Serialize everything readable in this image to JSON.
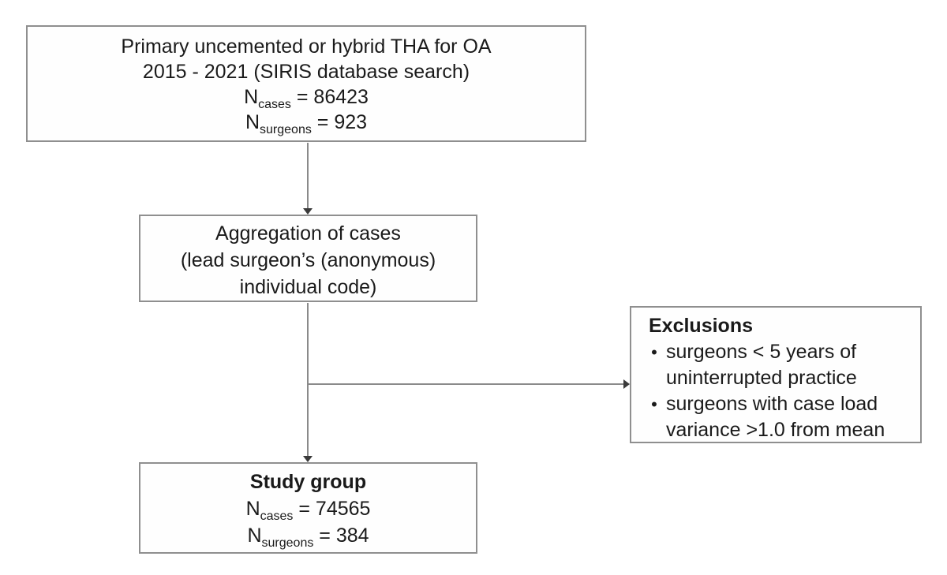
{
  "colors": {
    "box_border": "#8f8f8f",
    "connector_line": "#8a8a8a",
    "arrowhead": "#3a3a3a",
    "text": "#1a1a1a",
    "background": "#ffffff"
  },
  "boxes": {
    "source": {
      "line1": "Primary uncemented or hybrid THA for OA",
      "line2": "2015 - 2021 (SIRIS database search)",
      "stats": [
        {
          "symbol": "N",
          "subscript": "cases",
          "value": " = 86423"
        },
        {
          "symbol": "N",
          "subscript": "surgeons",
          "value": " = 923"
        }
      ]
    },
    "aggregation": {
      "line1": "Aggregation of cases",
      "line2": "(lead surgeon’s (anonymous)",
      "line3": "individual code)"
    },
    "exclusions": {
      "title": "Exclusions",
      "bullet_char": "•",
      "items": [
        "surgeons < 5 years of uninterrupted practice",
        "surgeons with case load variance >1.0 from mean"
      ]
    },
    "study": {
      "title": "Study group",
      "stats": [
        {
          "symbol": "N",
          "subscript": "cases",
          "value": " = 74565"
        },
        {
          "symbol": "N",
          "subscript": "surgeons",
          "value": " = 384"
        }
      ]
    }
  }
}
